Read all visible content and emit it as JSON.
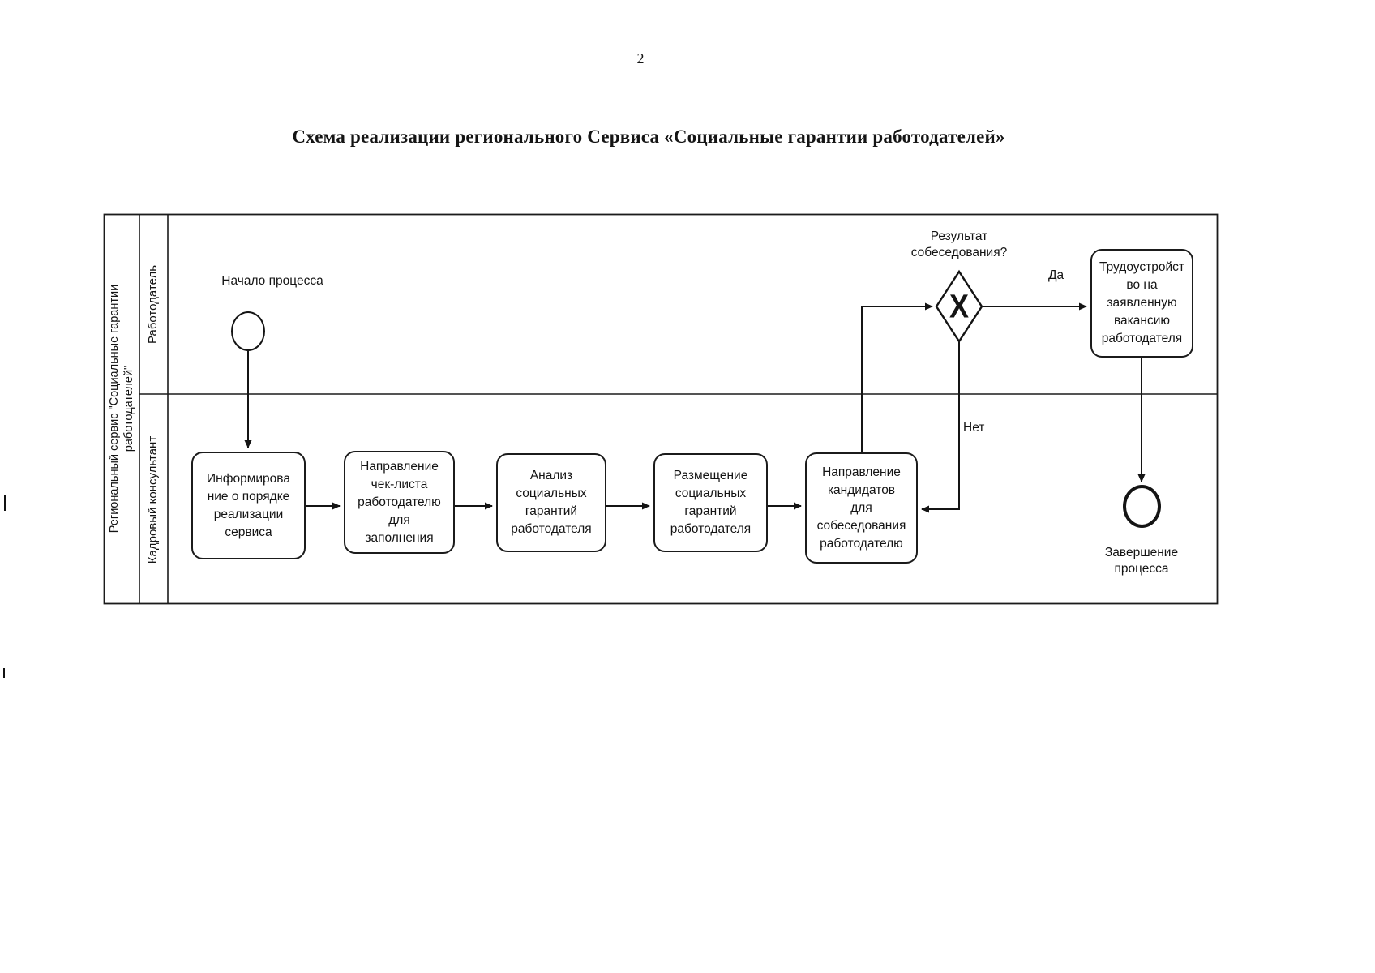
{
  "page": {
    "number": "2"
  },
  "title": "Схема реализации регионального Сервиса «Социальные гарантии работодателей»",
  "pool": {
    "label": "Региональный сервис \"Социальные гарантии\nработодателей\""
  },
  "lanes": {
    "employer": "Работодатель",
    "consultant": "Кадровый консультант"
  },
  "events": {
    "start_label": "Начало процесса",
    "end_label": "Завершение\nпроцесса"
  },
  "gateway": {
    "label": "Результат\nсобеседования?",
    "symbol": "X",
    "yes_label": "Да",
    "no_label": "Нет"
  },
  "tasks": {
    "inform": "Информирова\nние о порядке\nреализации\nсервиса",
    "checklist": "Направление\nчек-листа\nработодателю\nдля\nзаполнения",
    "analyze": "Анализ\nсоциальных\nгарантий\nработодателя",
    "place": "Размещение\nсоциальных\nгарантий\nработодателя",
    "candidates": "Направление\nкандидатов\nдля\nсобеседования\nработодателю",
    "employment": "Трудоустройст\nво на\nзаявленную\nвакансию\nработодателя"
  }
}
